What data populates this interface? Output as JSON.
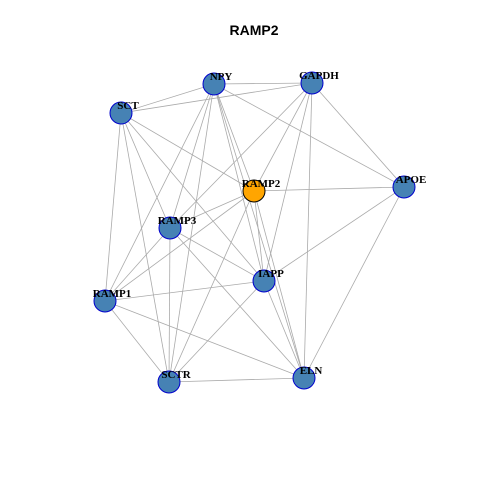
{
  "graph": {
    "title": "RAMP2",
    "colors": {
      "node_fill": "#4682B4",
      "node_stroke": "#0000CD",
      "highlight_fill": "#FFA500",
      "highlight_stroke": "#000000",
      "edge": "#AAAAAA",
      "background": "#FFFFFF"
    },
    "nodes": [
      {
        "id": "NPY",
        "label": "NPY",
        "highlight": false
      },
      {
        "id": "GAPDH",
        "label": "GAPDH",
        "highlight": false
      },
      {
        "id": "SCT",
        "label": "SCT",
        "highlight": false
      },
      {
        "id": "RAMP2",
        "label": "RAMP2",
        "highlight": true
      },
      {
        "id": "APOE",
        "label": "APOE",
        "highlight": false
      },
      {
        "id": "RAMP3",
        "label": "RAMP3",
        "highlight": false
      },
      {
        "id": "IAPP",
        "label": "IAPP",
        "highlight": false
      },
      {
        "id": "RAMP1",
        "label": "RAMP1",
        "highlight": false
      },
      {
        "id": "SCTR",
        "label": "SCTR",
        "highlight": false
      },
      {
        "id": "ELN",
        "label": "ELN",
        "highlight": false
      }
    ],
    "edges": [
      [
        "NPY",
        "GAPDH"
      ],
      [
        "NPY",
        "SCT"
      ],
      [
        "NPY",
        "RAMP2"
      ],
      [
        "NPY",
        "RAMP3"
      ],
      [
        "NPY",
        "RAMP1"
      ],
      [
        "NPY",
        "IAPP"
      ],
      [
        "NPY",
        "SCTR"
      ],
      [
        "NPY",
        "ELN"
      ],
      [
        "NPY",
        "APOE"
      ],
      [
        "GAPDH",
        "SCT"
      ],
      [
        "GAPDH",
        "RAMP2"
      ],
      [
        "GAPDH",
        "RAMP3"
      ],
      [
        "GAPDH",
        "IAPP"
      ],
      [
        "GAPDH",
        "ELN"
      ],
      [
        "GAPDH",
        "APOE"
      ],
      [
        "SCT",
        "RAMP2"
      ],
      [
        "SCT",
        "RAMP3"
      ],
      [
        "SCT",
        "IAPP"
      ],
      [
        "SCT",
        "RAMP1"
      ],
      [
        "SCT",
        "SCTR"
      ],
      [
        "RAMP2",
        "APOE"
      ],
      [
        "RAMP2",
        "RAMP3"
      ],
      [
        "RAMP2",
        "RAMP1"
      ],
      [
        "RAMP2",
        "IAPP"
      ],
      [
        "RAMP2",
        "SCTR"
      ],
      [
        "RAMP2",
        "ELN"
      ],
      [
        "APOE",
        "IAPP"
      ],
      [
        "APOE",
        "ELN"
      ],
      [
        "RAMP3",
        "IAPP"
      ],
      [
        "RAMP3",
        "RAMP1"
      ],
      [
        "RAMP3",
        "SCTR"
      ],
      [
        "RAMP3",
        "ELN"
      ],
      [
        "IAPP",
        "RAMP1"
      ],
      [
        "IAPP",
        "SCTR"
      ],
      [
        "IAPP",
        "ELN"
      ],
      [
        "RAMP1",
        "SCTR"
      ],
      [
        "RAMP1",
        "ELN"
      ],
      [
        "SCTR",
        "ELN"
      ]
    ]
  }
}
